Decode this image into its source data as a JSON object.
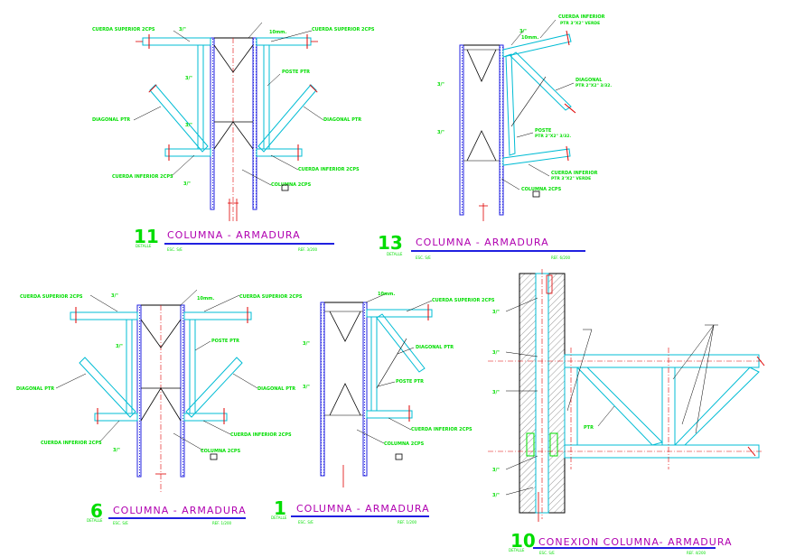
{
  "colors": {
    "green": "#00dd00",
    "cyan": "#00bcd4",
    "blue": "#2020e0",
    "red": "#e00000",
    "purple": "#b000b0",
    "black": "#000000",
    "hatch": "#7a7a7a"
  },
  "details": {
    "d11": {
      "number": "11",
      "title": "COLUMNA  -  ARMADURA",
      "det": "DETALLE",
      "esc": "ESC. S/E",
      "ref": "REF. 3/200",
      "labels": {
        "cs_left": "CUERDA SUPERIOR 2CPS",
        "cs_right": "CUERDA SUPERIOR 2CPS",
        "mm": "10mm.",
        "poste": "POSTE PTR",
        "diag_left": "DIAGONAL PTR",
        "diag_right": "DIAGONAL PTR",
        "ci_left": "CUERDA INFERIOR 2CPS",
        "ci_right": "CUERDA INFERIOR 2CPS",
        "col": "COLUMNA 2CPS",
        "w1": "3/\"",
        "w2": "3/\"",
        "w3": "3/\"",
        "w4": "3/\""
      }
    },
    "d13": {
      "number": "13",
      "title": "COLUMNA  -  ARMADURA",
      "det": "DETALLE",
      "esc": "ESC. S/E",
      "ref": "REF. 6/200",
      "labels": {
        "cs": "CUERDA INFERIOR",
        "cs2": "PTR 3\"X2\" VERDE",
        "mm": "10mm.",
        "diag": "DIAGONAL",
        "diag2": "PTR 2\"X2\" 3/32.",
        "poste": "POSTE",
        "poste2": "PTR 2\"X2\" 3/32.",
        "ci": "CUERDA INFERIOR",
        "ci2": "PTR 3\"X2\" VERDE",
        "col": "COLUMNA 2CPS",
        "w1": "3/\"",
        "w2": "3/\"",
        "w3": "3/\""
      }
    },
    "d6": {
      "number": "6",
      "title": "COLUMNA  -  ARMADURA",
      "det": "DETALLE",
      "esc": "ESC. S/E",
      "ref": "REF. 1/200",
      "labels": {
        "cs_left": "CUERDA SUPERIOR 2CPS",
        "cs_right": "CUERDA SUPERIOR 2CPS",
        "mm": "10mm.",
        "poste": "POSTE PTR",
        "diag_left": "DIAGONAL PTR",
        "diag_right": "DIAGONAL PTR",
        "ci_left": "CUERDA INFERIOR 2CPS",
        "ci_right": "CUERDA INFERIOR 2CPS",
        "col": "COLUMNA 2CPS",
        "w1": "3/\"",
        "w2": "3/\"",
        "w3": "3/\""
      }
    },
    "d1": {
      "number": "1",
      "title": "COLUMNA  -  ARMADURA",
      "det": "DETALLE",
      "esc": "ESC. S/E",
      "ref": "REF. 1/200",
      "labels": {
        "cs": "CUERDA SUPERIOR 2CPS",
        "mm": "10mm.",
        "diag": "DIAGONAL PTR",
        "poste": "POSTE PTR",
        "ci": "CUERDA INFERIOR 2CPS",
        "col": "COLUMNA 2CPS",
        "w1": "3/\"",
        "w2": "3/\""
      }
    },
    "d10": {
      "number": "10",
      "title": "CONEXION COLUMNA-  ARMADURA",
      "det": "DETALLE",
      "esc": "ESC. S/E",
      "ref": "REF. 4/200",
      "labels": {
        "ptr": "PTR",
        "w1": "3/\"",
        "w2": "3/\"",
        "w3": "3/\"",
        "w4": "3/\"",
        "w5": "3/\""
      }
    }
  }
}
